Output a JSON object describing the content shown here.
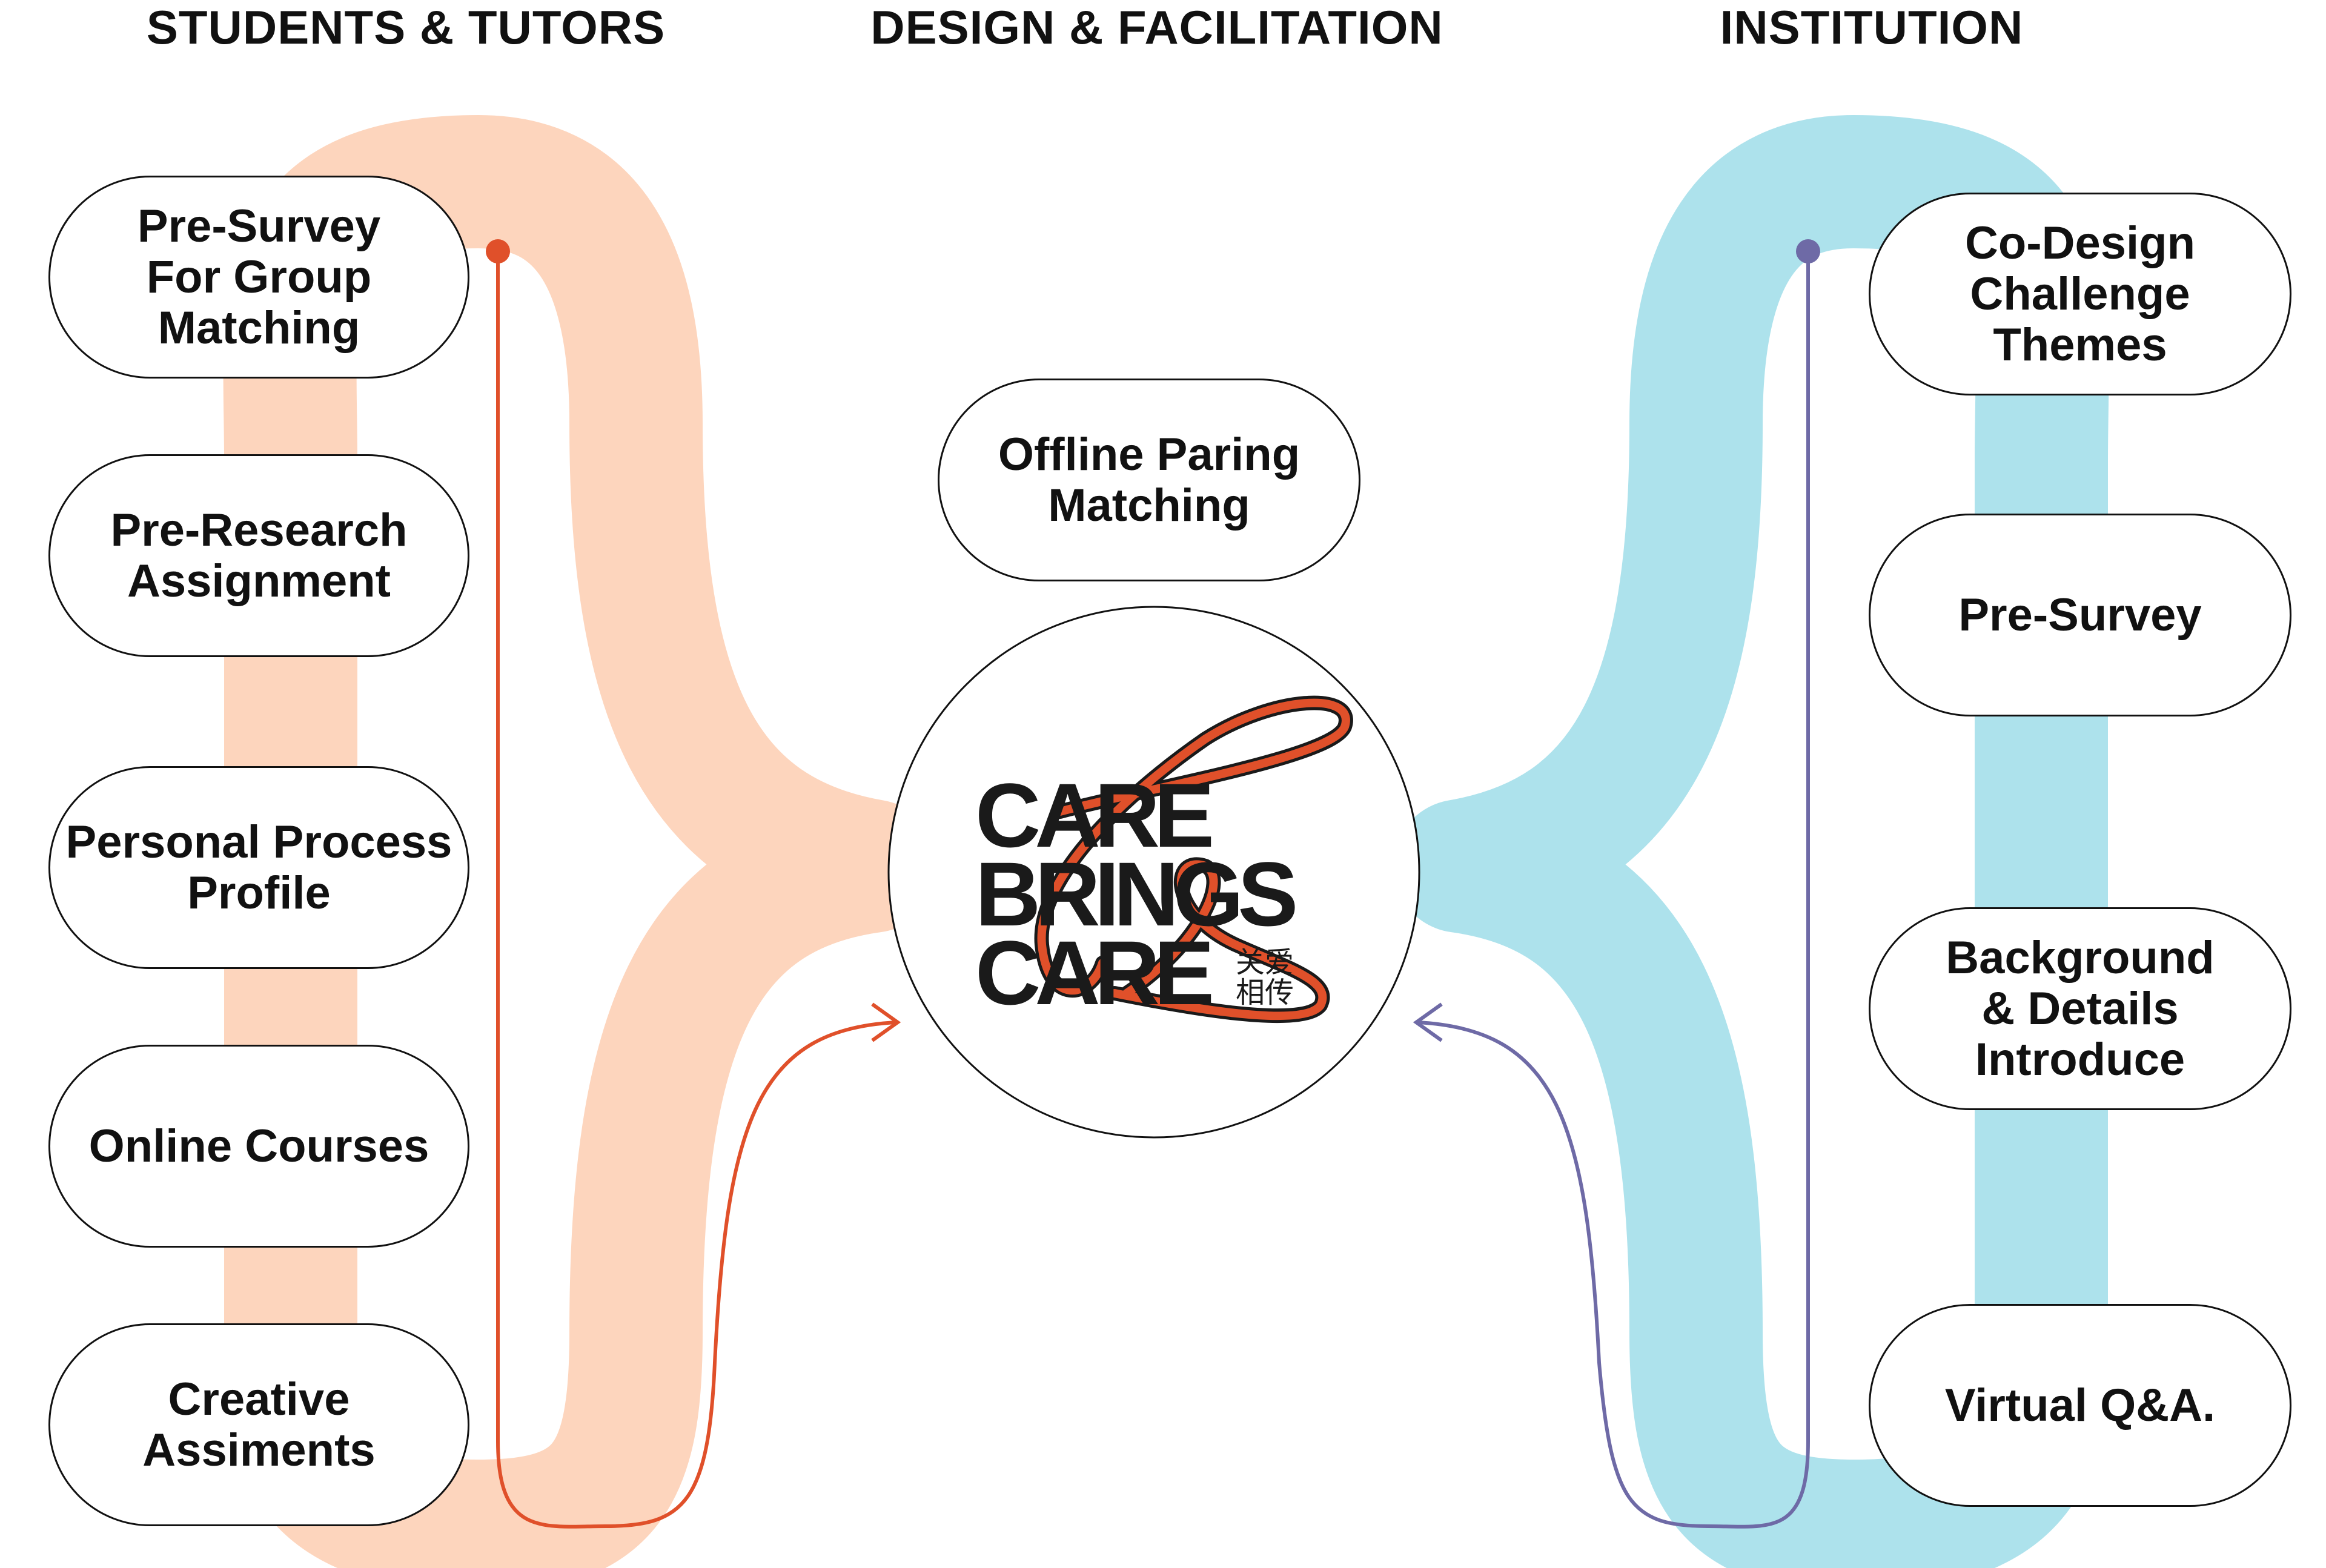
{
  "columns": {
    "left_title": "STUDENTS & TUTORS",
    "center_title": "DESIGN & FACILITATION",
    "right_title": "INSTITUTION"
  },
  "left_items": [
    "Pre-Survey\nFor Group\nMatching",
    "Pre-Research\nAssignment",
    "Personal Process\nProfile",
    "Online Courses",
    "Creative\nAssiments"
  ],
  "center_item": "Offline Paring\nMatching",
  "logo": {
    "line1": "CARE",
    "line2": "BRINGS",
    "line3": "CARE",
    "cjk_line1": "关爱",
    "cjk_line2": "相传"
  },
  "right_items": [
    "Co-Design\nChallenge\nThemes",
    "Pre-Survey",
    "Background\n& Details\nIntroduce",
    "Virtual Q&A."
  ],
  "colors": {
    "left_band": "#fdd5bd",
    "right_band": "#ade2ec",
    "left_line": "#e0502a",
    "right_line": "#6e6aa6",
    "logo_accent": "#e0502a",
    "logo_text": "#1a1a1a"
  }
}
